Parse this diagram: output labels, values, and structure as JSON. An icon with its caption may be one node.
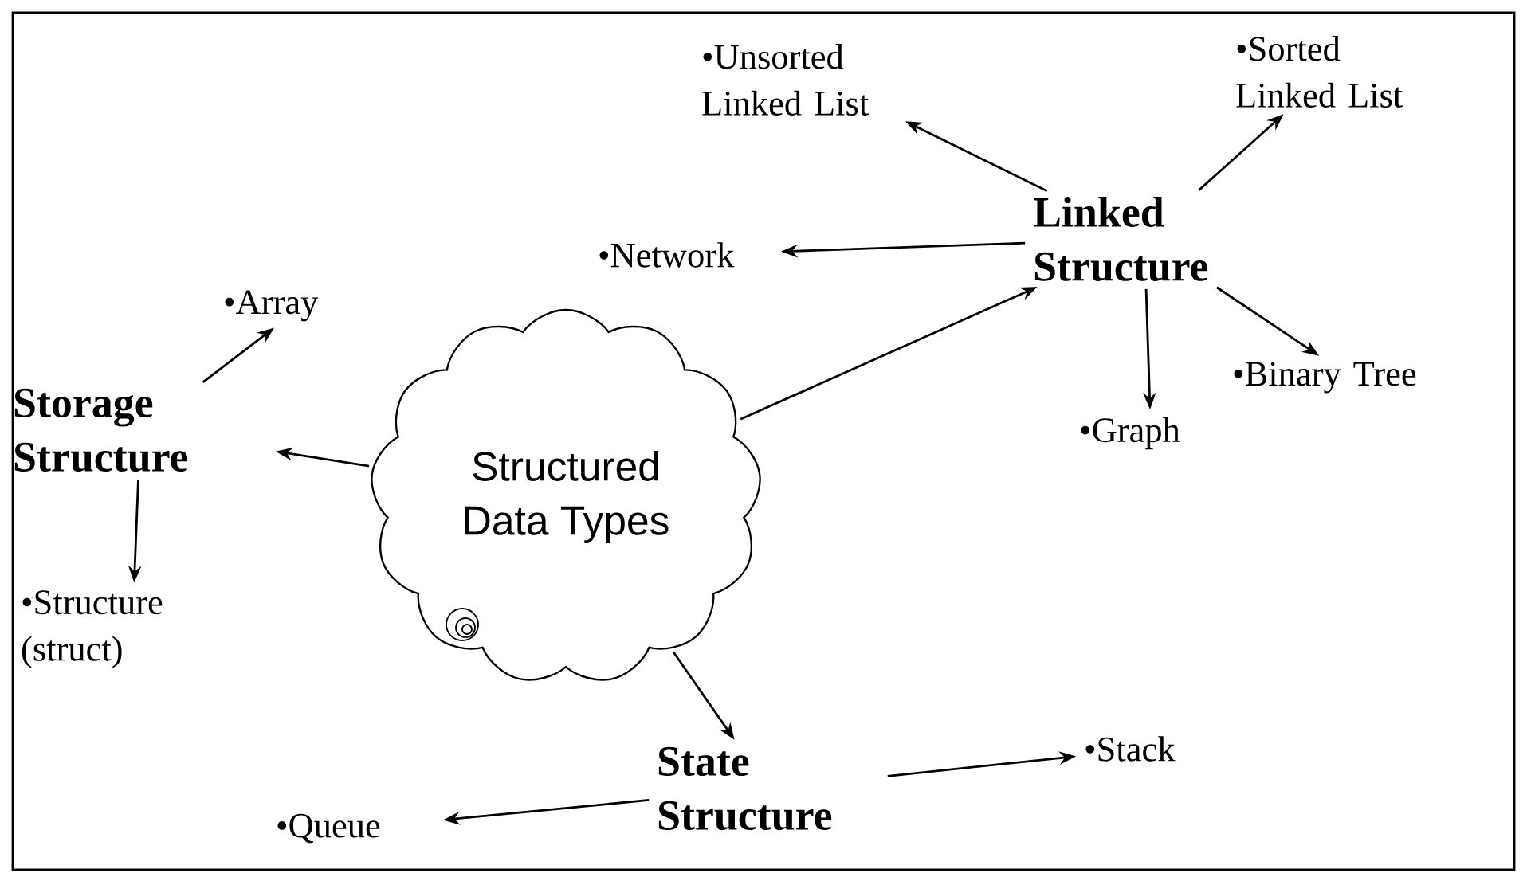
{
  "diagram": {
    "nodes": [
      {
        "text": [
          "Structured Data Types"
        ]
      },
      {
        "text": [
          "Storage Structure"
        ]
      },
      {
        "text": [
          "•Array"
        ]
      },
      {
        "text": [
          "•Structure (struct)"
        ]
      },
      {
        "text": [
          "Linked Structure"
        ]
      },
      {
        "text": [
          "•Unsorted Linked List"
        ]
      },
      {
        "text": [
          "•Sorted Linked List"
        ]
      },
      {
        "text": [
          "•Network"
        ]
      },
      {
        "text": [
          "•Binary Tree"
        ]
      },
      {
        "text": [
          "•Graph"
        ]
      },
      {
        "text": [
          "State Structure"
        ]
      },
      {
        "text": [
          "•Queue"
        ]
      },
      {
        "text": [
          "•Stack"
        ]
      }
    ],
    "edges": [
      {
        "from": 0,
        "to": 1,
        "arrow": "to"
      },
      {
        "from": 1,
        "to": 2,
        "arrow": "to"
      },
      {
        "from": 1,
        "to": 3,
        "arrow": "to"
      },
      {
        "from": 0,
        "to": 4,
        "arrow": "to"
      },
      {
        "from": 4,
        "to": 5,
        "arrow": "to"
      },
      {
        "from": 4,
        "to": 6,
        "arrow": "to"
      },
      {
        "from": 4,
        "to": 7,
        "arrow": "to"
      },
      {
        "from": 4,
        "to": 8,
        "arrow": "to"
      },
      {
        "from": 4,
        "to": 9,
        "arrow": "to"
      },
      {
        "from": 0,
        "to": 10,
        "arrow": "to"
      },
      {
        "from": 10,
        "to": 11,
        "arrow": "to"
      },
      {
        "from": 10,
        "to": 12,
        "arrow": "to"
      }
    ]
  }
}
